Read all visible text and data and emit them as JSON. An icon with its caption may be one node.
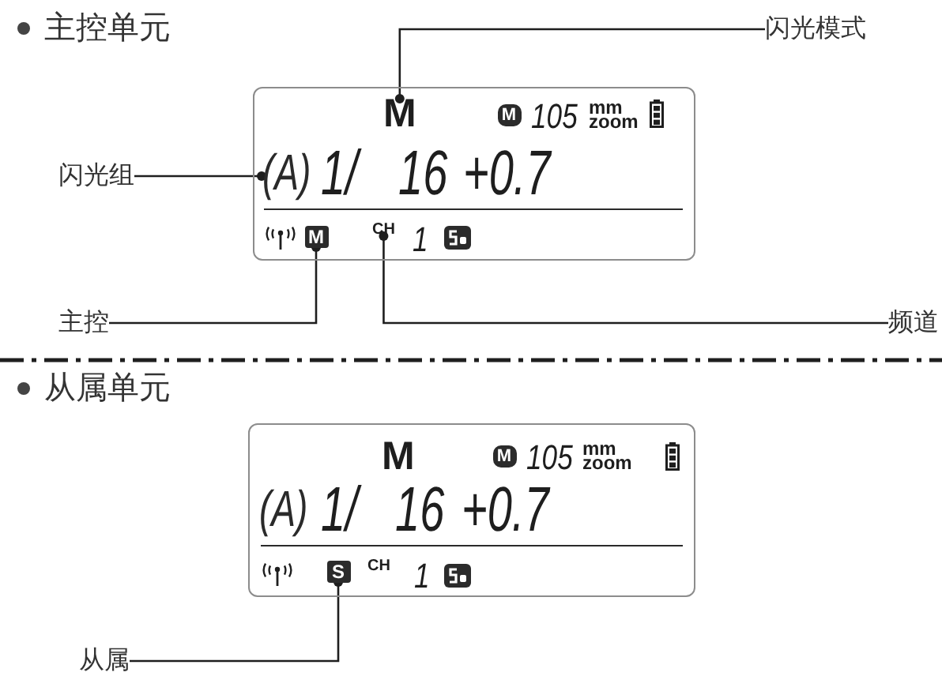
{
  "diagram": {
    "nodes": [
      {
        "text": [
          "闪光模式"
        ]
      },
      {
        "text": [],
        "shape": "box"
      },
      {
        "text": [
          "M"
        ],
        "in": 1
      },
      {
        "text": [
          "M"
        ],
        "in": 1
      },
      {
        "text": [
          "(A)"
        ],
        "in": 1
      },
      {
        "text": [
          "M"
        ],
        "in": 1
      },
      {
        "text": [
          "CH"
        ],
        "in": 1
      },
      {
        "text": [
          "闪光组"
        ]
      },
      {
        "text": [
          "主控"
        ]
      },
      {
        "text": [
          "频道"
        ]
      },
      {
        "text": [],
        "shape": "box"
      },
      {
        "text": [
          "M"
        ],
        "in": 10
      },
      {
        "text": [
          "S"
        ],
        "in": 10
      },
      {
        "text": [
          "从属"
        ]
      }
    ],
    "edges": [
      {
        "from": 0,
        "to": 2,
        "arrow": "other"
      },
      {
        "from": 7,
        "to": 4,
        "arrow": "other"
      },
      {
        "from": 8,
        "to": 5,
        "arrow": "other"
      },
      {
        "from": 9,
        "to": 6,
        "arrow": "other"
      },
      {
        "from": 13,
        "to": 12,
        "arrow": "other"
      }
    ],
    "labels": [
      "主控单元",
      "105",
      "mm",
      "zoom",
      "1/",
      "16",
      "+0.7",
      "1",
      "从属单元",
      "M",
      "105",
      "mm",
      "zoom",
      "(A)",
      "1/",
      "16",
      "+0.7",
      "CH",
      "1"
    ]
  }
}
